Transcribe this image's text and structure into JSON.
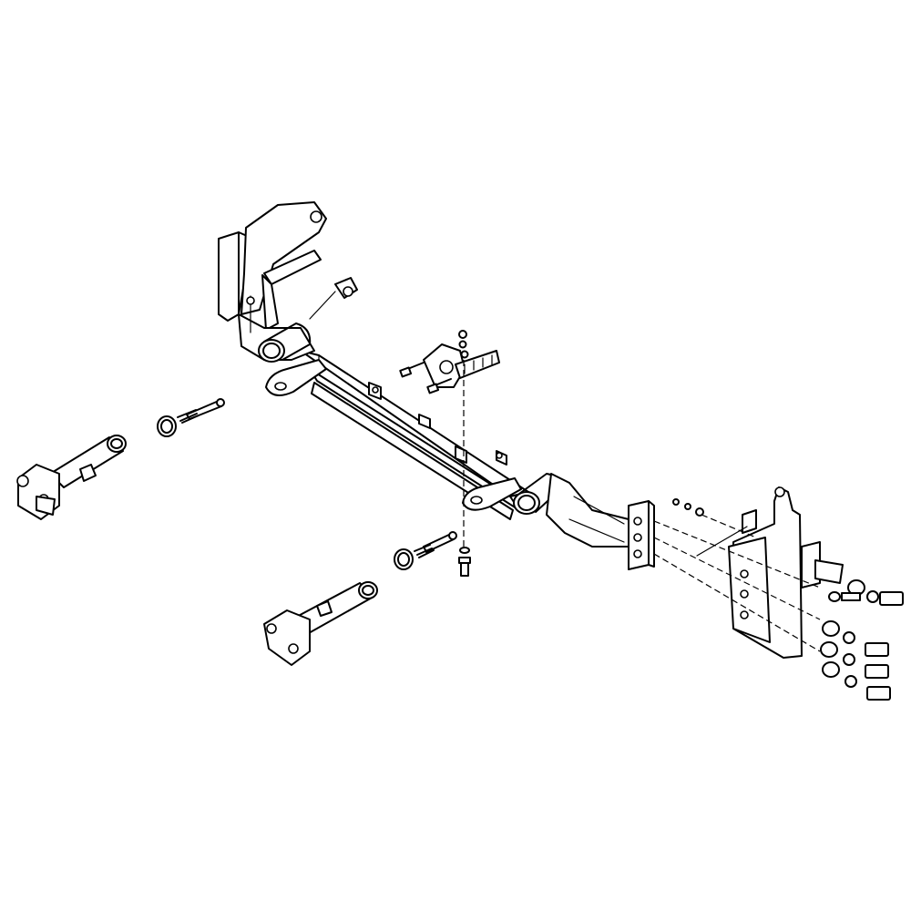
{
  "figure": {
    "kind": "exploded-assembly-line-drawing",
    "background": "#ffffff",
    "line_color": "#000000"
  },
  "parts": [
    {
      "id": "main-crossbar",
      "icon": "crossbar-frame"
    },
    {
      "id": "left-upper-bracket",
      "icon": "mounting-bracket"
    },
    {
      "id": "left-receiver-tube",
      "icon": "tube"
    },
    {
      "id": "left-tow-tab",
      "icon": "tow-tab"
    },
    {
      "id": "right-receiver-tube",
      "icon": "tube"
    },
    {
      "id": "right-tow-tab",
      "icon": "tow-tab"
    },
    {
      "id": "center-bracket",
      "icon": "bracket"
    },
    {
      "id": "right-side-plate",
      "icon": "side-plate"
    },
    {
      "id": "right-inner-plate",
      "icon": "side-plate"
    },
    {
      "id": "left-tow-arm",
      "icon": "tow-arm"
    },
    {
      "id": "lower-tow-arm",
      "icon": "tow-arm"
    },
    {
      "id": "upper-lock-pin",
      "icon": "pin"
    },
    {
      "id": "upper-spring-clip",
      "icon": "spring-clip"
    },
    {
      "id": "lower-lock-pin",
      "icon": "pin"
    },
    {
      "id": "lower-spring-clip",
      "icon": "spring-clip"
    },
    {
      "id": "center-vertical-bolt",
      "icon": "bolt"
    },
    {
      "id": "right-hardware-set",
      "icon": "bolt-washer-set"
    }
  ]
}
